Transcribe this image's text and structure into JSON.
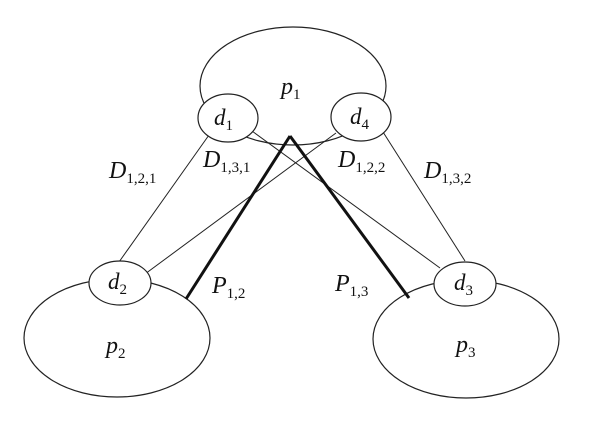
{
  "diagram": {
    "nodes": [
      {
        "id": "p1",
        "base": "p",
        "sub": "1"
      },
      {
        "id": "p2",
        "base": "p",
        "sub": "2"
      },
      {
        "id": "p3",
        "base": "p",
        "sub": "3"
      },
      {
        "id": "d1",
        "base": "d",
        "sub": "1"
      },
      {
        "id": "d2",
        "base": "d",
        "sub": "2"
      },
      {
        "id": "d3",
        "base": "d",
        "sub": "3"
      },
      {
        "id": "d4",
        "base": "d",
        "sub": "4"
      }
    ],
    "edges": [
      {
        "id": "D121",
        "base": "D",
        "sub": "1,2,1"
      },
      {
        "id": "D131",
        "base": "D",
        "sub": "1,3,1"
      },
      {
        "id": "D122",
        "base": "D",
        "sub": "1,2,2"
      },
      {
        "id": "D132",
        "base": "D",
        "sub": "1,3,2"
      }
    ],
    "paths": [
      {
        "id": "P12",
        "base": "P",
        "sub": "1,2"
      },
      {
        "id": "P13",
        "base": "P",
        "sub": "1,3"
      }
    ]
  }
}
